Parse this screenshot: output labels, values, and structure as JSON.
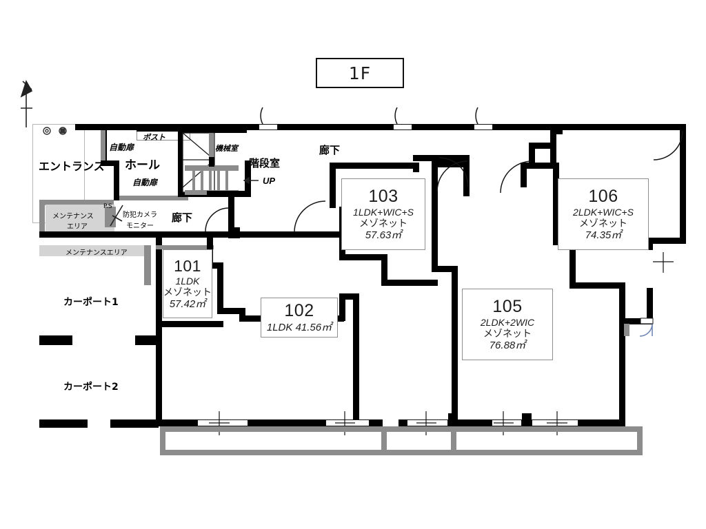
{
  "title": "1F",
  "floor_label": "1F",
  "north_arrow": "north-arrow",
  "rooms": {
    "entrance": "エントランス",
    "hall": "ホール",
    "post": "ポスト",
    "auto_door_1": "自動扉",
    "auto_door_2": "自動扉",
    "machine_room": "機械室",
    "stair_room": "階段室",
    "stair_up": "UP",
    "corridor_top": "廊下",
    "corridor_left": "廊下",
    "maintenance_area_inner": "メンテナンス\nエリア",
    "maintenance_area_inner_l1": "メンテナンス",
    "maintenance_area_inner_l2": "エリア",
    "maintenance_area_bar": "メンテナンスエリア",
    "security_camera_l1": "防犯カメラ",
    "security_camera_l2": "モニター",
    "ps_label": "P.S",
    "carport_1": "カーポート1",
    "carport_2": "カーポート2"
  },
  "units": [
    {
      "id": "101",
      "number": "101",
      "type": "1LDK",
      "style": "メゾネット",
      "area": "57.42㎡"
    },
    {
      "id": "102",
      "number": "102",
      "type": "1LDK 41.56㎡",
      "style": "",
      "area": ""
    },
    {
      "id": "103",
      "number": "103",
      "type": "1LDK+WIC+S",
      "style": "メゾネット",
      "area": "57.63㎡"
    },
    {
      "id": "105",
      "number": "105",
      "type": "2LDK+2WIC",
      "style": "メゾネット",
      "area": "76.88㎡"
    },
    {
      "id": "106",
      "number": "106",
      "type": "2LDK+WIC+S",
      "style": "メゾネット",
      "area": "74.35㎡"
    }
  ],
  "colors": {
    "wall": "#000000",
    "gray_wall": "#8c8c8c",
    "light_gray": "#d4d4d4",
    "window_blue": "#6f86b5",
    "background": "#ffffff"
  }
}
